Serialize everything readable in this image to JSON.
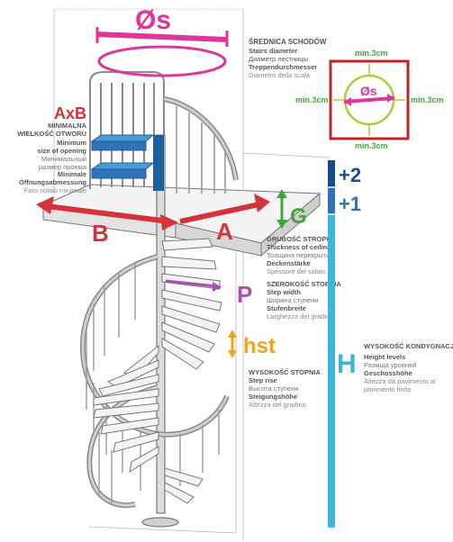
{
  "diameter": {
    "symbol": "Øs",
    "pl": "ŚREDNICA SCHODÓW",
    "en": "Stairs diameter",
    "ru": "Диаметр лестницы",
    "de": "Treppendurchmesser",
    "it": "Diametro della scala"
  },
  "clearance": {
    "symbol": "Øs",
    "top": "min.3cm",
    "left": "min.3cm",
    "right": "min.3cm",
    "bottom": "min.3cm"
  },
  "opening": {
    "symbol": "AxB",
    "pl1": "MINIMALNA",
    "pl2": "WIELKOŚĆ OTWORU",
    "en1": "Minimum",
    "en2": "size of opening",
    "ru1": "Минимальный",
    "ru2": "размер проема",
    "de1": "Minimale",
    "de2": "Öffnungsabmessung",
    "it": "Foro solaio minimale",
    "label_b": "B",
    "label_a": "A"
  },
  "ceiling": {
    "symbol": "G",
    "pl": "GRUBOŚĆ STROPU",
    "en": "Thickness of ceiling",
    "ru": "Толщина перекрытия",
    "de": "Deckenstärke",
    "it": "Spessore del solaio"
  },
  "step_width": {
    "symbol": "P",
    "pl": "SZEROKOŚĆ STOPNIA",
    "en": "Step width",
    "ru": "Ширина ступени",
    "de": "Stufenbreite",
    "it": "Larghezza del gradino"
  },
  "step_rise": {
    "symbol": "hst",
    "pl": "WYSOKOŚĆ STOPNIA",
    "en": "Step rise",
    "ru": "Высота ступени",
    "de": "Steigungshöhe",
    "it": "Altezza del gradino"
  },
  "height": {
    "symbol": "H",
    "pl": "WYSOKOŚĆ KONDYGNACJI",
    "en": "Height levels",
    "ru": "Размща уровней",
    "de": "Geschosshöhe",
    "it1": "Altezza da pavimento al",
    "it2": "pavimento finito"
  },
  "extra_steps": {
    "plus2": "+2",
    "plus1": "+1"
  },
  "colors": {
    "pink": "#e0359a",
    "red": "#d4333b",
    "green": "#3fa83c",
    "purple": "#a84fb4",
    "orange": "#f5a21b",
    "cyan": "#3cb6dd",
    "navy": "#14508f",
    "blue": "#2f72b8",
    "lime": "#a9cf3a",
    "stair": "#8a8a8a"
  }
}
